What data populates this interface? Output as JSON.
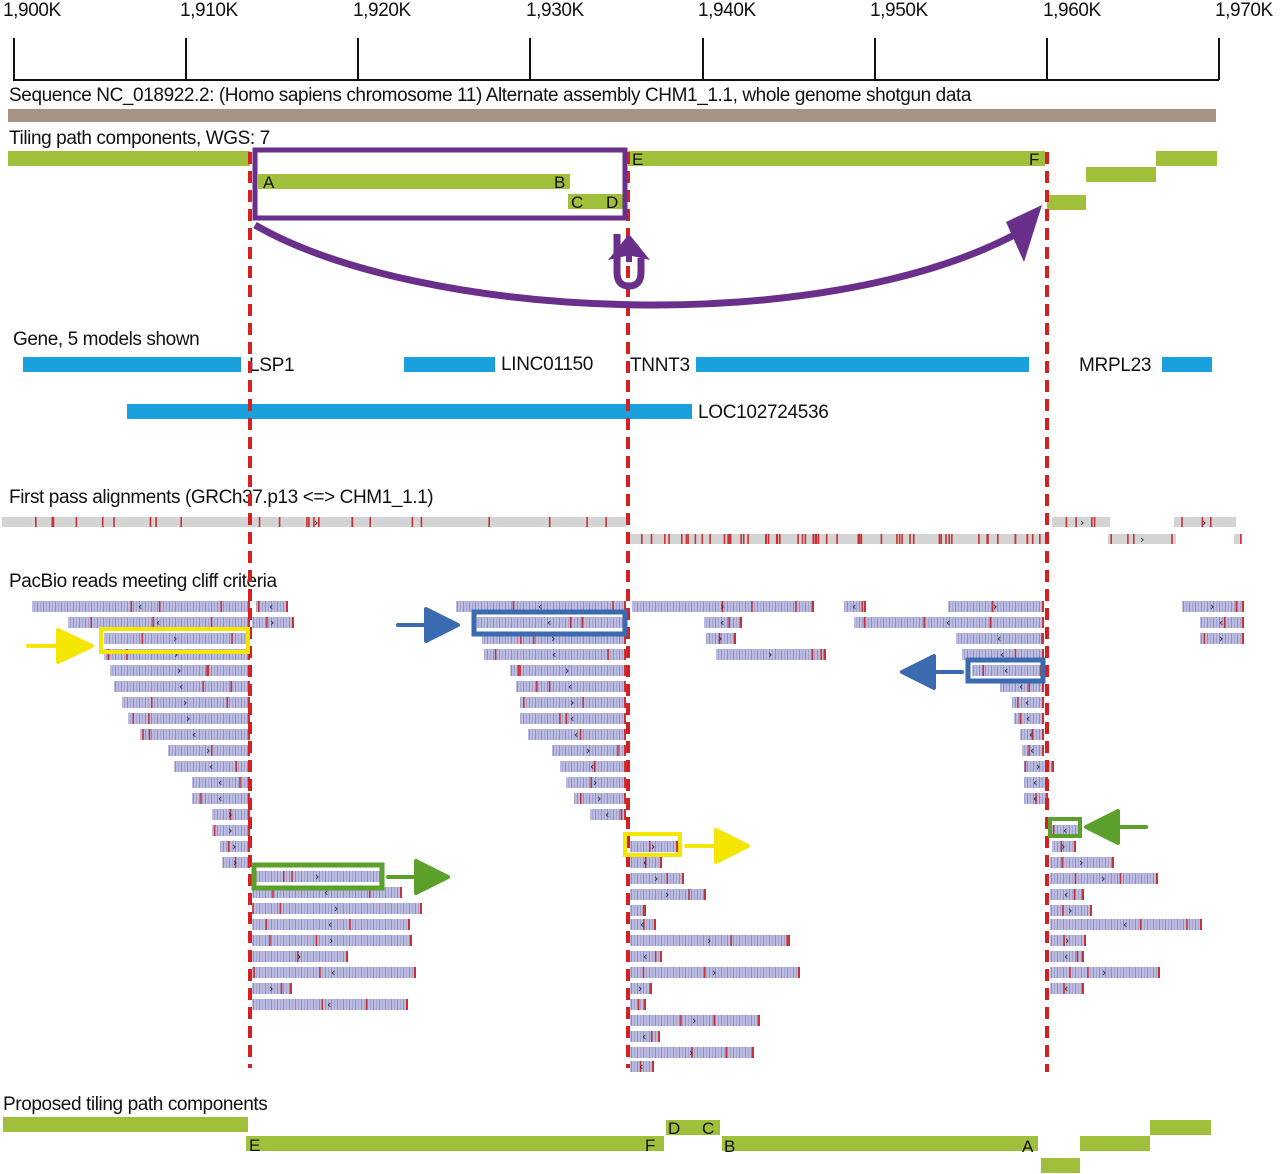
{
  "axis": {
    "ticks": [
      "1,900K",
      "1,910K",
      "1,920K",
      "1,930K",
      "1,940K",
      "1,950K",
      "1,960K",
      "1,970K"
    ]
  },
  "sequence": {
    "label": "Sequence NC_018922.2: (Homo sapiens chromosome 11) Alternate assembly CHM1_1.1, whole genome shotgun data"
  },
  "tiling": {
    "label": "Tiling path components, WGS: 7",
    "segment_labels": {
      "a": "A",
      "b": "B",
      "c": "C",
      "d": "D",
      "e": "E",
      "f": "F"
    }
  },
  "genes": {
    "label": "Gene, 5 models shown",
    "names": {
      "lsp1": "LSP1",
      "linc": "LINC01150",
      "tnnt3": "TNNT3",
      "mrpl23": "MRPL23",
      "loc": "LOC102724536"
    }
  },
  "alignments": {
    "label": "First pass alignments (GRCh37.p13 <=> CHM1_1.1)"
  },
  "pacbio": {
    "label": "PacBio reads meeting cliff criteria"
  },
  "proposed": {
    "label": "Proposed tiling path components",
    "segment_labels": {
      "e": "E",
      "f": "F",
      "d": "D",
      "c": "C",
      "b": "B",
      "a": "A"
    }
  },
  "colors": {
    "component_green": "#a0c03c",
    "gene_blue": "#1aa0dc",
    "sequence_bar": "#a89282",
    "alignment_gray": "#d4d4d4",
    "mismatch_red": "#c83232",
    "read_lavender": "#b8b8dc",
    "breakpoint_red": "#d42020",
    "highlight_purple": "#6a2f8a",
    "highlight_yellow": "#f5e600",
    "highlight_blue": "#3a6ab0",
    "highlight_green": "#5aa02a"
  }
}
